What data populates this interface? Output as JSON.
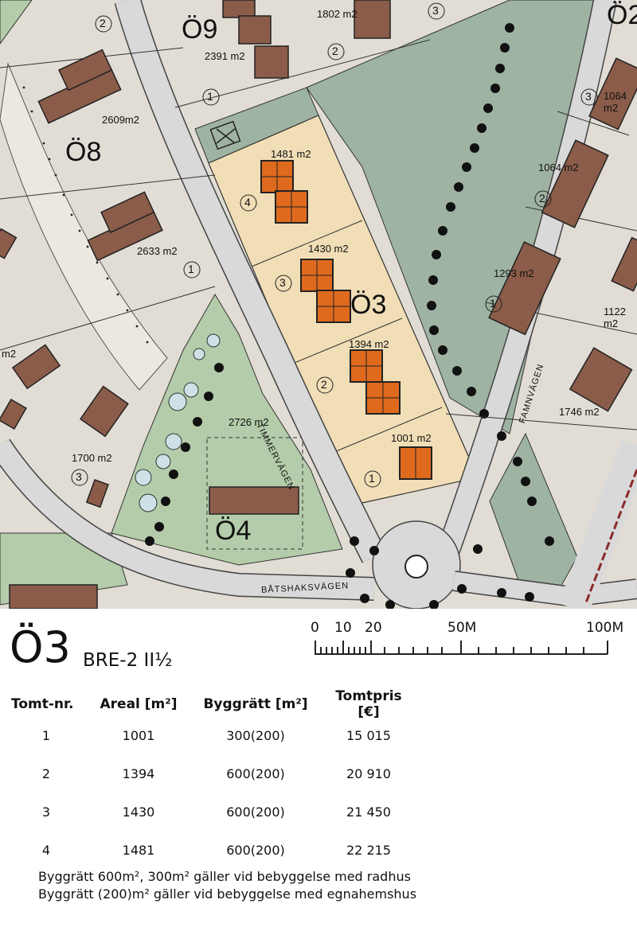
{
  "map": {
    "blocks": {
      "o9": "Ö9",
      "o8": "Ö8",
      "o3": "Ö3",
      "o4": "Ö4",
      "o2": "Ö2"
    },
    "areas": [
      "1802 m2",
      "2391 m2",
      "2609m2",
      "1481 m2",
      "1430 m2",
      "1394 m2",
      "1001 m2",
      "2633 m2",
      "2726 m2",
      "1700 m2",
      "1064 m2",
      "1064 m2",
      "1293 m2",
      "1122 m2",
      "1746 m2",
      "m2"
    ],
    "plot_numbers": [
      "2",
      "3",
      "2",
      "1",
      "4",
      "3",
      "2",
      "1",
      "1",
      "3",
      "3",
      "2",
      "1"
    ],
    "streets": {
      "timmer": "TIMMERVÄGEN",
      "famn": "FAMNVÄGEN",
      "batshak": "BÅTSHAKSVÄGEN"
    },
    "colors": {
      "plot_fill": "#f1deb6",
      "building": "#df6a1e",
      "existing_building": "#8a5c49",
      "park": "#9fb3a3",
      "grass": "#b4ccaa",
      "road": "#d9d9d9",
      "lot": "#e1ddd5"
    }
  },
  "block_title": "Ö3",
  "zone_code": "BRE-2 II½",
  "scale_labels": [
    "0",
    "10",
    "20",
    "50M",
    "100M"
  ],
  "table": {
    "headers": [
      "Tomt-nr.",
      "Areal [m²]",
      "Byggrätt [m²]",
      "Tomtpris [€]"
    ],
    "rows": [
      [
        "1",
        "1001",
        "300(200)",
        "15 015"
      ],
      [
        "2",
        "1394",
        "600(200)",
        "20 910"
      ],
      [
        "3",
        "1430",
        "600(200)",
        "21 450"
      ],
      [
        "4",
        "1481",
        "600(200)",
        "22 215"
      ]
    ]
  },
  "notes": [
    "Byggrätt 600m², 300m² gäller vid bebyggelse med radhus",
    "Byggrätt (200)m² gäller vid bebyggelse med egnahemshus"
  ]
}
